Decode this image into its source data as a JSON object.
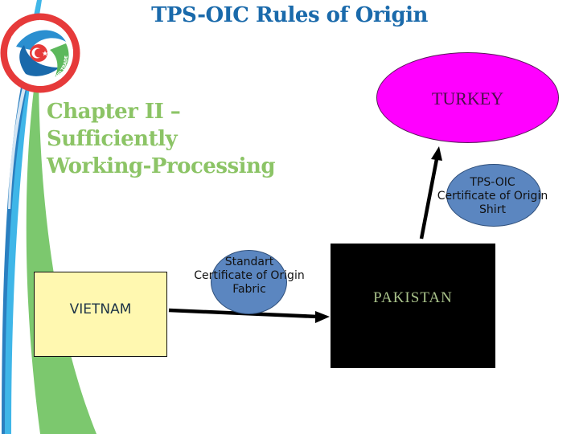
{
  "slide": {
    "title": "TPS-OIC Rules of Origin",
    "subtitle_lines": [
      "Chapter II –",
      "Sufficiently",
      "Working-Processing"
    ],
    "logo": {
      "top_text": "T.C. GÜMRÜK ve TİCARET BAKANLIĞI",
      "bottom_text": "MINISTRY OF CUSTOMS AND TRADE",
      "icon": "turkish-crescent-star-icon"
    }
  },
  "diagram": {
    "nodes": {
      "vietnam": {
        "label": "VIETNAM",
        "fill": "#fff8b0"
      },
      "pakistan": {
        "label": "PAKISTAN",
        "fill": "#000000",
        "text_color": "#a9c28a"
      },
      "turkey": {
        "label": "TURKEY",
        "fill": "#ff00ff"
      }
    },
    "certificates": {
      "standard": {
        "lines": [
          "Standart",
          "Certificate of Origin",
          "Fabric"
        ],
        "fill": "#5b86c0"
      },
      "tps_oic": {
        "lines": [
          "TPS-OIC",
          "Certificate of Origin",
          "Shirt"
        ],
        "fill": "#5b86c0"
      }
    },
    "arrows": [
      {
        "from": "VIETNAM",
        "to": "PAKISTAN"
      },
      {
        "from": "PAKISTAN",
        "to": "TURKEY"
      }
    ]
  },
  "colors": {
    "title": "#1a6aab",
    "subtitle": "#8cc466",
    "swoosh_blue": "#3fb6e8",
    "swoosh_dark_blue": "#2a7fc0",
    "swoosh_green": "#7cc86e"
  }
}
